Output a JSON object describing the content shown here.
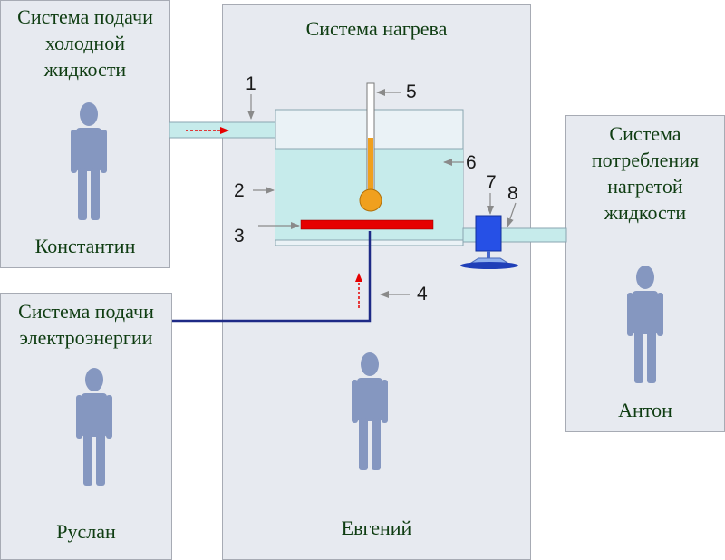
{
  "panels": {
    "cold": {
      "title": "Система подачи\nхолодной\nжидкости",
      "person": "Константин"
    },
    "heating": {
      "title": "Система нагрева",
      "person": "Евгений"
    },
    "power": {
      "title": "Система подачи\nэлектроэнергии",
      "person": "Руслан"
    },
    "consumer": {
      "title": "Система\nпотребления\nнагретой\nжидкости",
      "person": "Антон"
    }
  },
  "labels": [
    "1",
    "2",
    "3",
    "4",
    "5",
    "6",
    "7",
    "8"
  ],
  "colors": {
    "panel_bg": "#e7eaf0",
    "title_text": "#0f3d12",
    "person": "#8597c0",
    "liquid": "#c6ebeb",
    "heater": "#e60000",
    "thermometer": "#f0a01e",
    "wire": "#1e2a86",
    "valve": "#2650e6",
    "flow_arrow": "#e60000"
  }
}
